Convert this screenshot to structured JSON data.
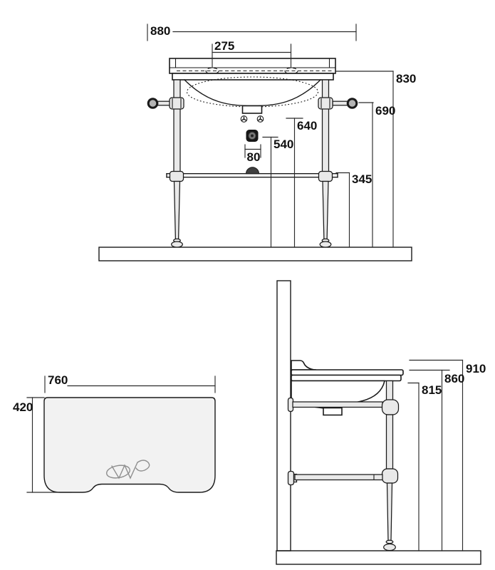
{
  "front": {
    "width": "880",
    "tap_distance": "275",
    "top_height": "830",
    "rail_height": "690",
    "fixing_height": "640",
    "drain_height": "540",
    "drain_offset": "80",
    "shelf_height": "345"
  },
  "plan": {
    "width": "760",
    "depth": "420"
  },
  "side": {
    "splash_height": "910",
    "top_height": "860",
    "front_edge_height": "815"
  },
  "colors": {
    "line": "#1a1a1a",
    "slab_fill": "#d7d7d7",
    "metal_fill": "#e9e9e9",
    "ceramic_fill": "#ffffff",
    "shelf_fill": "#f2f2f2",
    "drain_fill": "#161616",
    "logo_stroke": "#8f8f8f"
  }
}
